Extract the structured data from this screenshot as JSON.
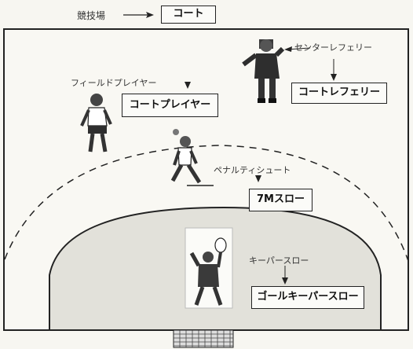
{
  "header": {
    "venue_label": "競技場",
    "venue_term": "コート"
  },
  "labels": {
    "center_referee_plain": "センターレフェリー",
    "center_referee_term": "コートレフェリー",
    "field_player_plain": "フィールドプレイヤー",
    "field_player_term": "コートプレイヤー",
    "penalty_shot_plain": "ペナルティシュート",
    "penalty_shot_term": "7Mスロー",
    "keeper_throw_plain": "キーパースロー",
    "keeper_throw_term": "ゴールキーパースロー"
  },
  "colors": {
    "court_line": "#222222",
    "goal_area_fill": "#e2e1da",
    "figure_dark": "#3a3a3a"
  }
}
